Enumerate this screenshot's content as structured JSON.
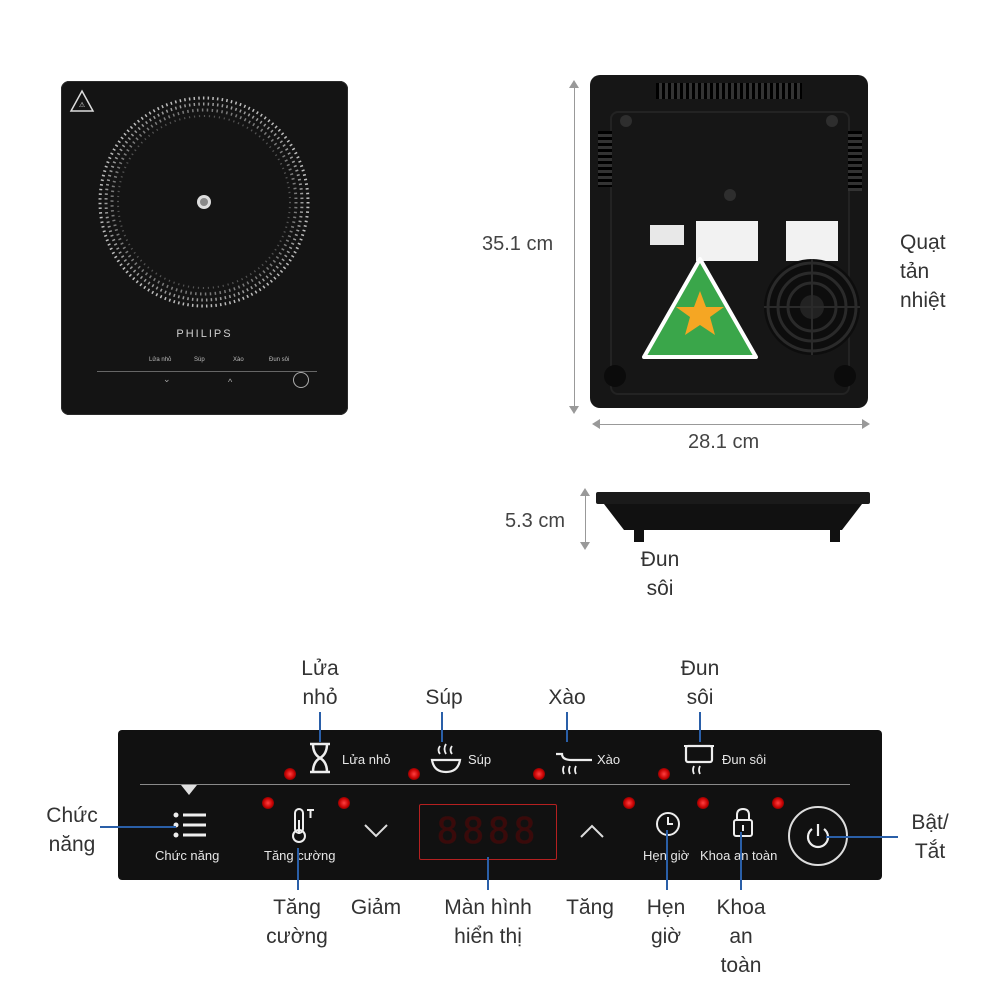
{
  "top_cooktop": {
    "brand": "PHILIPS",
    "mini_labels": [
      "Lửa nhỏ",
      "Súp",
      "Xào",
      "Đun sôi"
    ]
  },
  "dimensions": {
    "height": "35.1 cm",
    "width": "28.1 cm",
    "depth": "5.3 cm"
  },
  "side_labels": {
    "fan": "Quạt\ntản\nnhiệt",
    "boil_side": "Đun\nsôi"
  },
  "panel": {
    "modes": {
      "low_fire": "Lửa nhỏ",
      "soup": "Súp",
      "stir_fry": "Xào",
      "boil": "Đun sôi"
    },
    "buttons": {
      "function": "Chức năng",
      "boost": "Tăng cường",
      "timer": "Hẹn giờ",
      "lock": "Khoa an toàn"
    },
    "display": "8888"
  },
  "callouts": {
    "low_fire": "Lửa\nnhỏ",
    "soup": "Súp",
    "stir_fry": "Xào",
    "boil": "Đun\nsôi",
    "function": "Chức\nnăng",
    "power": "Bật/\nTắt",
    "boost": "Tăng\ncường",
    "decrease": "Giảm",
    "display": "Màn hình\nhiển thị",
    "increase": "Tăng",
    "timer": "Hẹn\ngiờ",
    "lock": "Khoa\nan\ntoàn"
  },
  "colors": {
    "panel": "#111111",
    "led": "#e01010",
    "callout": "#2a5fa8"
  }
}
